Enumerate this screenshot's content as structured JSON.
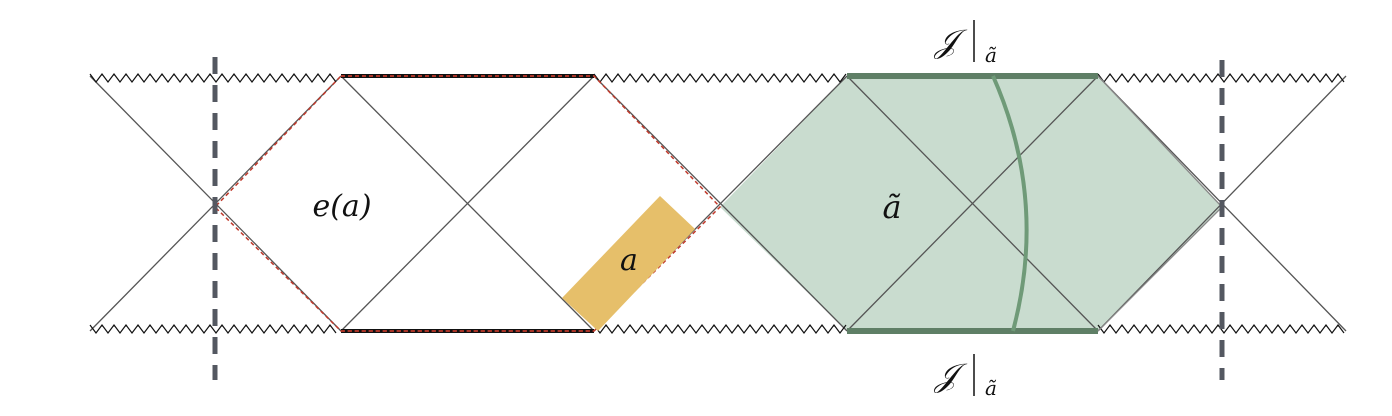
{
  "labels": {
    "e_a": "e(a)",
    "a": "a",
    "a_tilde": "ã",
    "scri_top": "𝒥",
    "scri_top_sub": "ã",
    "scri_bottom": "𝒥",
    "scri_bottom_sub": "ã"
  },
  "colors": {
    "line": "#555555",
    "dashed_axis": "#545861",
    "red_dashed": "#c0392b",
    "boundary_black": "#111111",
    "region_fill": "#c9dccf",
    "region_edge": "#5f7f66",
    "region_arc": "#6f9a78",
    "orange_block": "#e6bf6a"
  }
}
